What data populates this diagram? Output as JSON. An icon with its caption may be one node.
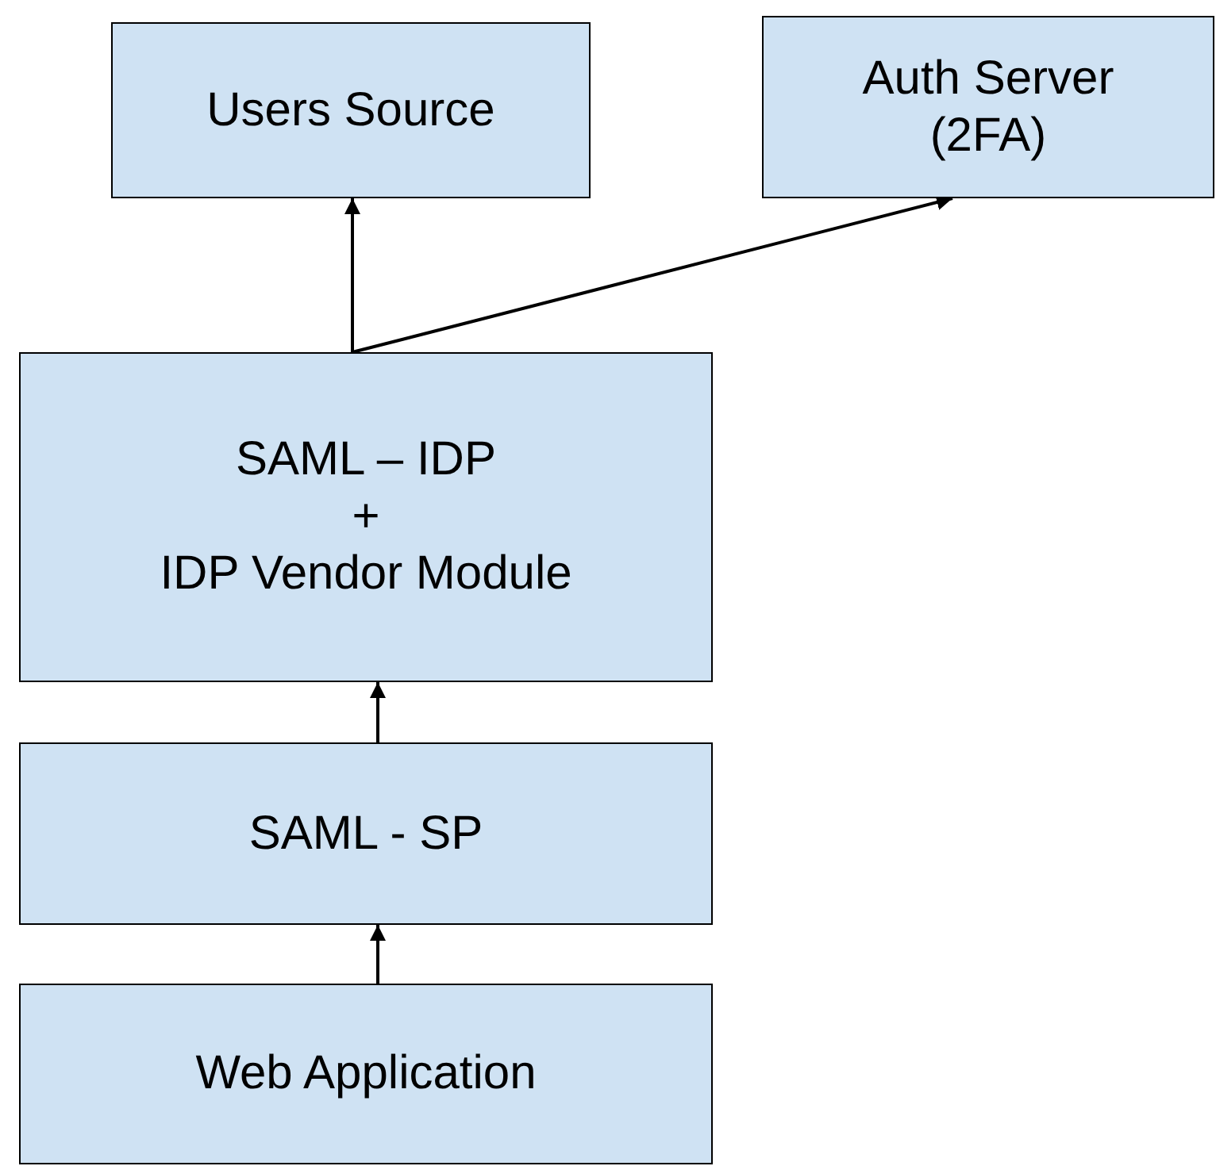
{
  "diagram": {
    "nodes": [
      {
        "text": [
          "Users Source"
        ]
      },
      {
        "text": [
          "Auth Server (2FA)"
        ]
      },
      {
        "text": [
          "SAML – IDP",
          "+",
          "IDP Vendor Module"
        ]
      },
      {
        "text": [
          "SAML - SP"
        ]
      },
      {
        "text": [
          "Web Application"
        ]
      }
    ],
    "edges": [
      {
        "from": 2,
        "to": 0,
        "arrow": "to"
      },
      {
        "from": 2,
        "to": 1,
        "arrow": "to"
      },
      {
        "from": 3,
        "to": 2,
        "arrow": "to"
      },
      {
        "from": 4,
        "to": 3,
        "arrow": "to"
      }
    ]
  }
}
